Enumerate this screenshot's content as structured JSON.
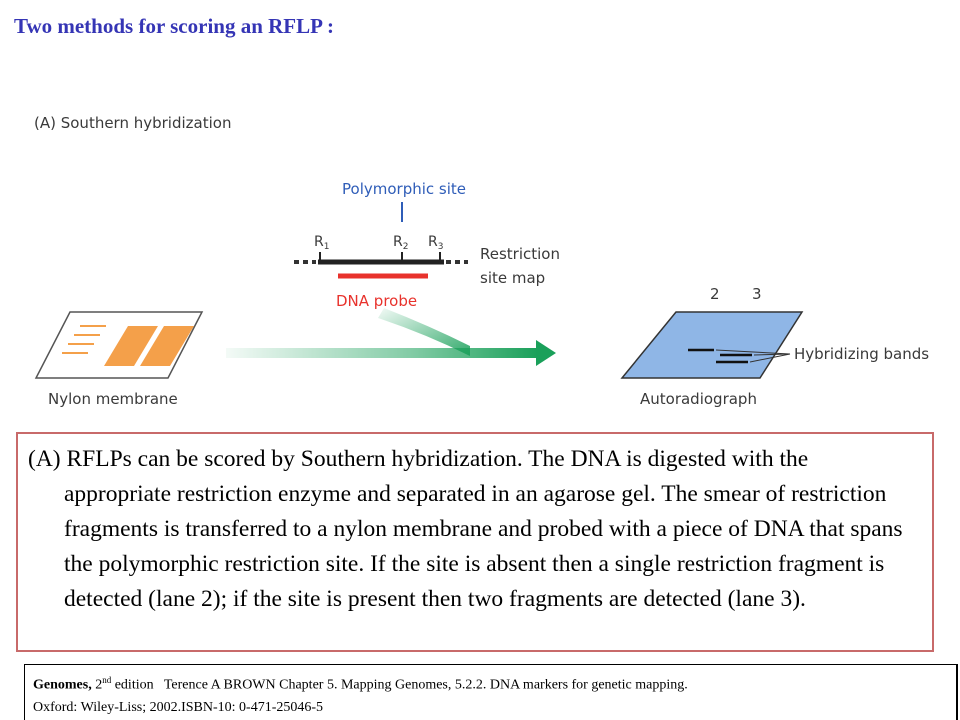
{
  "slide": {
    "title": "Two methods for scoring an RFLP :"
  },
  "figure": {
    "panel_label": "(A) Southern hybridization",
    "polymorphic_site": "Polymorphic site",
    "sites": [
      "R1",
      "R2",
      "R3"
    ],
    "map_label_line1": "Restriction",
    "map_label_line2": "site map",
    "probe_label": "DNA probe",
    "membrane_label": "Nylon membrane",
    "autoradiograph_label": "Autoradiograph",
    "lane_labels": [
      "2",
      "3"
    ],
    "bands_label": "Hybridizing bands",
    "colors": {
      "probe": "#e8322c",
      "membrane_stripe": "#f4a04a",
      "autoradiograph": "#8fb6e6",
      "arrow": "#1aa05a",
      "label_blue": "#2f5db8"
    }
  },
  "caption": {
    "text": "(A) RFLPs can be scored by Southern hybridization. The DNA is digested with the appropriate restriction enzyme and separated in an agarose gel. The smear of restriction fragments is transferred to a nylon membrane and probed with a piece of DNA that spans the polymorphic restriction site. If the site is absent then a single restriction fragment is detected (lane 2); if the site is present then two fragments are detected (lane 3)."
  },
  "reference": {
    "book": "Genomes,",
    "edition_num": "2",
    "edition_sup": "nd",
    "edition_rest": "edition",
    "line1_rest": "Terence A BROWN Chapter 5. Mapping Genomes, 5.2.2. DNA markers for genetic mapping.",
    "line2": "Oxford: Wiley-Liss; 2002.ISBN-10: 0-471-25046-5"
  }
}
